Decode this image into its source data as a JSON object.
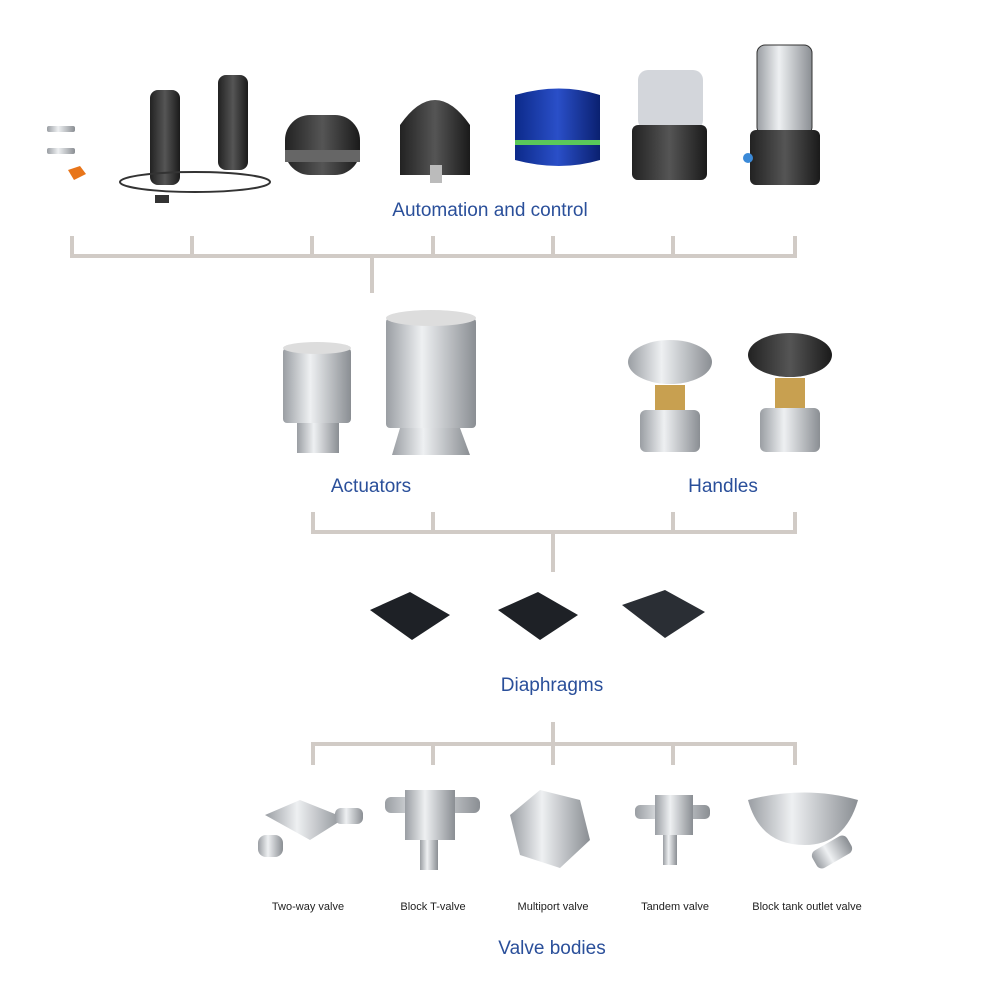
{
  "groups": {
    "automation": "Automation and control",
    "actuators": "Actuators",
    "handles": "Handles",
    "diaphragms": "Diaphragms",
    "valve_bodies": "Valve bodies"
  },
  "valve_types": [
    "Two-way valve",
    "Block T-valve",
    "Multiport valve",
    "Tandem valve",
    "Block tank outlet valve"
  ],
  "colors": {
    "label": "#2a4f9a",
    "connector": "#d1cbc6"
  }
}
